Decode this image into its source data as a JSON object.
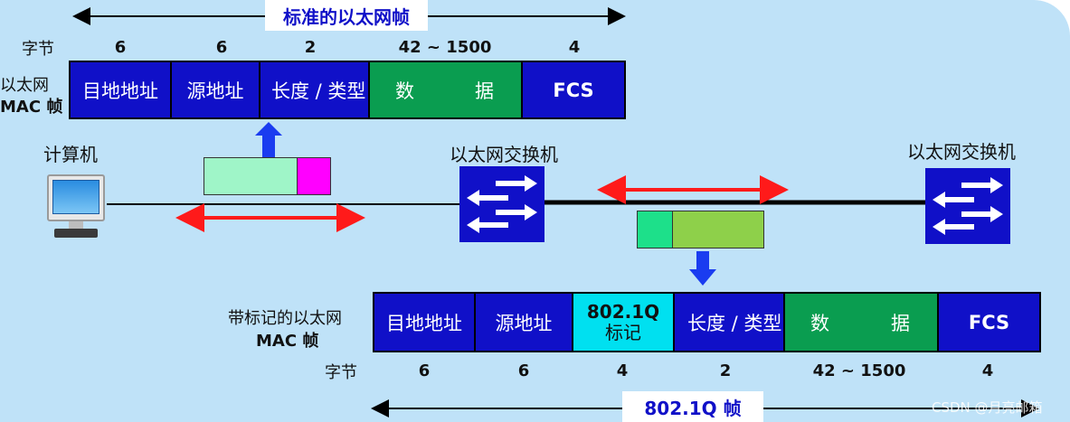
{
  "standard_frame": {
    "title": "标准的以太网帧",
    "bytes_label": "字节",
    "row_label_line1": "以太网",
    "row_label_line2": "MAC  帧",
    "byte_counts": [
      "6",
      "6",
      "2",
      "42 ~ 1500",
      "4"
    ],
    "fields": [
      "目地地址",
      "源地址",
      "长度 / 类型",
      "数",
      "据",
      "FCS"
    ]
  },
  "computer_label": "计算机",
  "switch_left_label": "以太网交换机",
  "switch_right_label": "以太网交换机",
  "tagged_frame": {
    "title": "802.1Q  帧",
    "bytes_label": "字节",
    "row_label_line1": "带标记的以太网",
    "row_label_line2": "MAC  帧",
    "byte_counts": [
      "6",
      "6",
      "4",
      "2",
      "42 ~ 1500",
      "4"
    ],
    "fields": [
      "目地地址",
      "源地址",
      "802.1Q",
      "标记",
      "长度 / 类型",
      "数",
      "据",
      "FCS"
    ]
  },
  "watermark": "CSDN @月亮邮箱",
  "colors": {
    "background": "#bfe2f8",
    "field_blue": "#1010c8",
    "field_green": "#0a9d50",
    "tag_cyan": "#00e0f0",
    "arrow_red": "#ff1a1a",
    "arrow_blue": "#1a3cf0",
    "packet_mint": "#9ff5c8",
    "packet_magenta": "#ff00ff",
    "packet_green": "#8ed04a",
    "packet_teal": "#1de08a"
  }
}
